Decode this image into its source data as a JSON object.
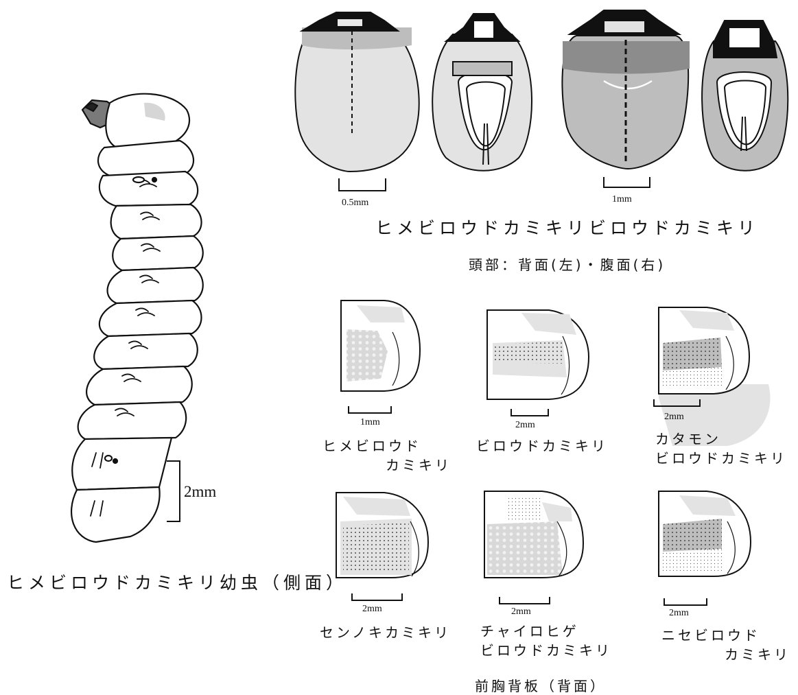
{
  "larva": {
    "caption": "ヒメビロウドカミキリ幼虫（側面）",
    "scale": "2mm"
  },
  "head": {
    "species": [
      {
        "name": "ヒメビロウドカミキリ",
        "scale": "0.5mm"
      },
      {
        "name": "ビロウドカミキリ",
        "scale": "1mm"
      }
    ],
    "section_caption": "頭部：背面(左)・腹面(右)"
  },
  "pronotum": {
    "section_caption": "前胸背板（背面）",
    "species": [
      {
        "line1": "ヒメビロウド",
        "line2": "カミキリ",
        "scale": "1mm"
      },
      {
        "line1": "ビロウドカミキリ",
        "line2": "",
        "scale": "2mm"
      },
      {
        "line1": "カタモン",
        "line2": "ビロウドカミキリ",
        "scale": "2mm"
      },
      {
        "line1": "センノキカミキリ",
        "line2": "",
        "scale": "2mm"
      },
      {
        "line1": "チャイロヒゲ",
        "line2": "ビロウドカミキリ",
        "scale": "2mm"
      },
      {
        "line1": "ニセビロウド",
        "line2": "カミキリ",
        "scale": "2mm"
      }
    ]
  },
  "colors": {
    "ink": "#111111",
    "light_gray": "#e3e3e3",
    "mid_gray": "#bdbdbd",
    "dark_gray": "#8c8c8c"
  }
}
